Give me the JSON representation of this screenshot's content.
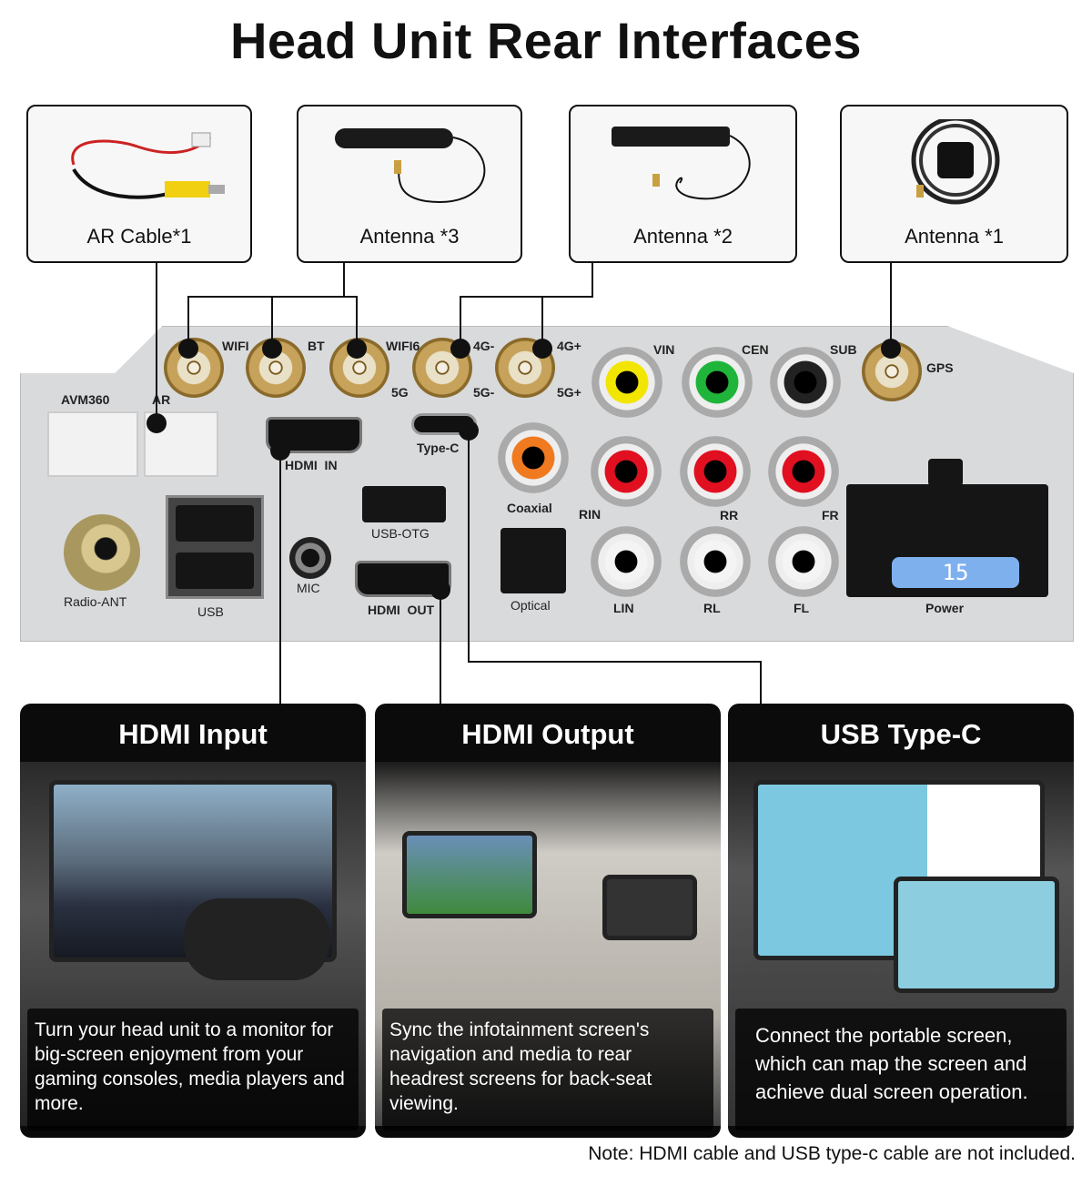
{
  "title": "Head Unit Rear Interfaces",
  "accessories": [
    {
      "label": "AR Cable*1"
    },
    {
      "label": "Antenna *3"
    },
    {
      "label": "Antenna *2"
    },
    {
      "label": "Antenna *1"
    }
  ],
  "ports": {
    "wifi": "WIFI",
    "bt": "BT",
    "wifi6": "WIFI6",
    "wifi6_5g": "5G",
    "g4_minus": "4G-",
    "g5_minus": "5G-",
    "g4_plus": "4G+",
    "g5_plus": "5G+",
    "vin": "VIN",
    "cen": "CEN",
    "sub": "SUB",
    "gps": "GPS",
    "avm360": "AVM360",
    "ar": "AR",
    "hdmi_in": "HDMI  IN",
    "type_c": "Type-C",
    "coaxial": "Coaxial",
    "usb_otg": "USB-OTG",
    "mic": "MIC",
    "hdmi_out": "HDMI  OUT",
    "optical": "Optical",
    "radio_ant": "Radio-ANT",
    "usb": "USB",
    "rin": "RIN",
    "rr": "RR",
    "fr": "FR",
    "lin": "LIN",
    "rl": "RL",
    "fl": "FL",
    "power": "Power",
    "fuse": "15"
  },
  "colors": {
    "vin": "#f2e600",
    "cen": "#1fb53a",
    "sub": "#1a1a1a",
    "coaxial": "#f07a20",
    "red": "#e01020",
    "white": "#f4f4f4",
    "fuse": "#7fb0ee"
  },
  "cards": [
    {
      "title": "HDMI Input",
      "caption": "Turn your head unit to a monitor for big-screen enjoyment from your gaming consoles, media players and more."
    },
    {
      "title": "HDMI Output",
      "caption": "Sync the infotainment screen's navigation and media to rear headrest screens for back-seat viewing."
    },
    {
      "title": "USB Type-C",
      "caption": "Connect the portable screen, which can map the screen and achieve dual screen operation."
    }
  ],
  "note": "Note: HDMI cable and USB type-c cable are not included."
}
